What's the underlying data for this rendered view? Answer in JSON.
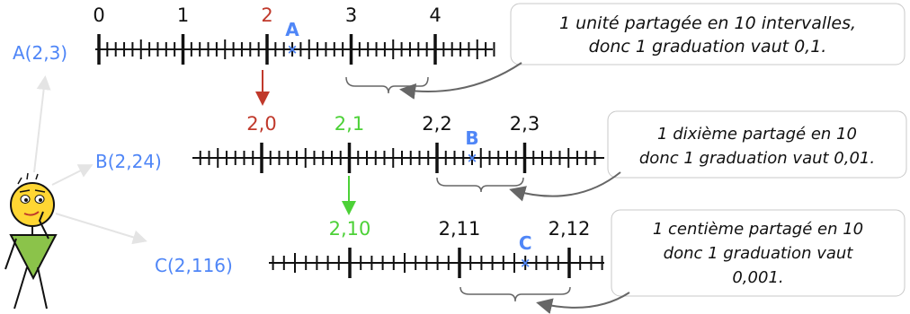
{
  "colors": {
    "blue": "#4f86f7",
    "red": "#c0392b",
    "green": "#4cd137",
    "black": "#111111",
    "arrow_grey": "#e4e4e4",
    "callout_arrow": "#666666",
    "bracket": "#666666",
    "figure_yellow": "#ffd633",
    "figure_green": "#8bc34a"
  },
  "lines": [
    {
      "id": "A",
      "coord_label": "A(2,3)",
      "major_labels": [
        {
          "text": "0",
          "color": "black"
        },
        {
          "text": "1",
          "color": "black"
        },
        {
          "text": "2",
          "color": "red"
        },
        {
          "text": "3",
          "color": "black"
        },
        {
          "text": "4",
          "color": "black"
        }
      ],
      "point": {
        "letter": "A",
        "value": 2.3
      },
      "note": [
        "1 unité partagée en 10 intervalles,",
        "donc 1 graduation vaut 0,1."
      ]
    },
    {
      "id": "B",
      "coord_label": "B(2,24)",
      "major_labels": [
        {
          "text": "2,0",
          "color": "red"
        },
        {
          "text": "2,1",
          "color": "green"
        },
        {
          "text": "2,2",
          "color": "black"
        },
        {
          "text": "2,3",
          "color": "black"
        }
      ],
      "point": {
        "letter": "B",
        "value": 2.24
      },
      "note": [
        "1 dixième partagé en 10",
        "donc 1 graduation vaut 0,01."
      ]
    },
    {
      "id": "C",
      "coord_label": "C(2,116)",
      "major_labels": [
        {
          "text": "2,10",
          "color": "green"
        },
        {
          "text": "2,11",
          "color": "black"
        },
        {
          "text": "2,12",
          "color": "black"
        }
      ],
      "point": {
        "letter": "C",
        "value": 2.116
      },
      "note": [
        "1 centième partagé en 10",
        "donc 1 graduation vaut",
        "0,001."
      ]
    }
  ],
  "point_marker": "×"
}
